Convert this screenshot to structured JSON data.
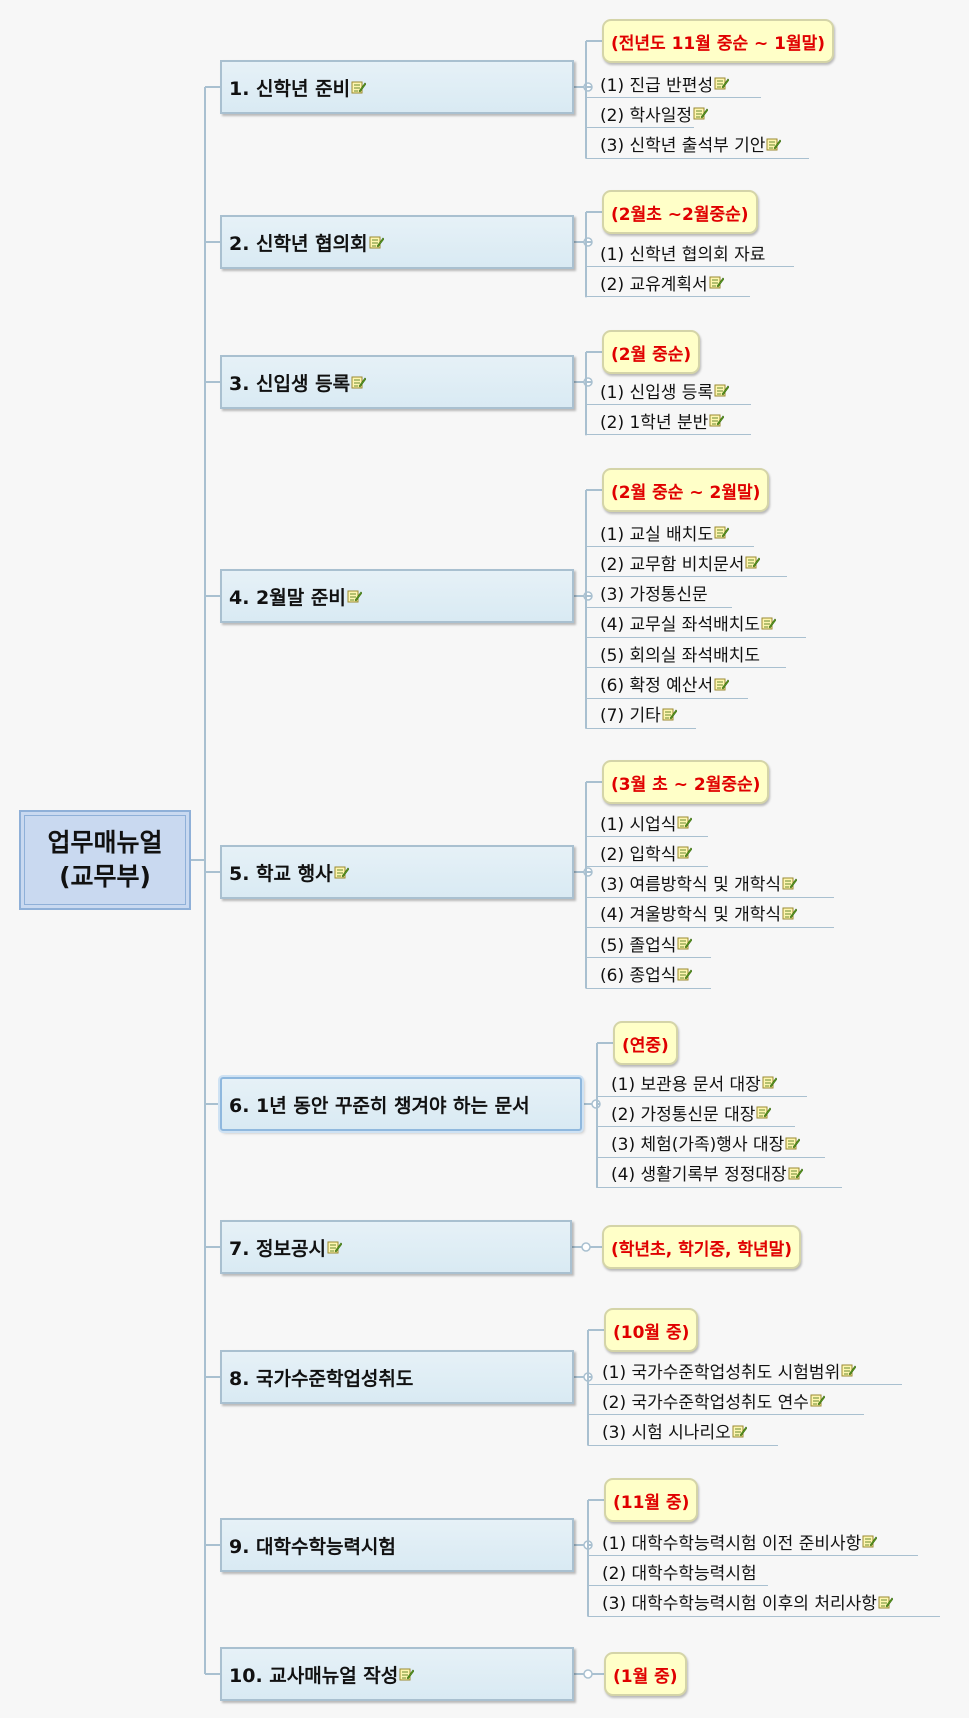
{
  "root": {
    "title": "업무매뉴얼\n(교무부)"
  },
  "sections": [
    {
      "title": "1. 신학년 준비",
      "note": true,
      "date": "(전년도 11월 중순 ~ 1월말)",
      "items": [
        {
          "text": "(1)  진급 반편성",
          "note": true
        },
        {
          "text": "(2)  학사일정",
          "note": true
        },
        {
          "text": "(3)  신학년 출석부 기안",
          "note": true
        }
      ]
    },
    {
      "title": "2. 신학년 협의회",
      "note": true,
      "date": "(2월초 ~2월중순)",
      "items": [
        {
          "text": "(1)  신학년 협의회 자료",
          "note": false
        },
        {
          "text": "(2)  교유계획서",
          "note": true
        }
      ]
    },
    {
      "title": "3. 신입생 등록",
      "note": true,
      "date": "(2월 중순)",
      "items": [
        {
          "text": "(1)  신입생 등록",
          "note": true
        },
        {
          "text": "(2)  1학년 분반",
          "note": true
        }
      ]
    },
    {
      "title": "4. 2월말 준비",
      "note": true,
      "date": "(2월 중순 ~ 2월말)",
      "items": [
        {
          "text": "(1) 교실 배치도",
          "note": true
        },
        {
          "text": "(2) 교무함 비치문서",
          "note": true
        },
        {
          "text": "(3) 가정통신문",
          "note": false
        },
        {
          "text": "(4) 교무실 좌석배치도",
          "note": true
        },
        {
          "text": "(5) 회의실 좌석배치도",
          "note": false
        },
        {
          "text": "(6) 확정 예산서",
          "note": true
        },
        {
          "text": "(7) 기타",
          "note": true
        }
      ]
    },
    {
      "title": "5. 학교 행사",
      "note": true,
      "date": "(3월 초 ~ 2월중순)",
      "items": [
        {
          "text": "(1) 시업식",
          "note": true
        },
        {
          "text": "(2) 입학식",
          "note": true
        },
        {
          "text": "(3) 여름방학식 및 개학식",
          "note": true
        },
        {
          "text": "(4) 겨울방학식 및 개학식",
          "note": true
        },
        {
          "text": "(5) 졸업식",
          "note": true
        },
        {
          "text": "(6) 종업식",
          "note": true
        }
      ]
    },
    {
      "title": "6. 1년 동안 꾸준히 챙겨야 하는 문서",
      "note": false,
      "date": "(연중)",
      "items": [
        {
          "text": "(1)  보관용 문서 대장",
          "note": true
        },
        {
          "text": "(2)  가정통신문 대장",
          "note": true
        },
        {
          "text": "(3)  체험(가족)행사 대장",
          "note": true
        },
        {
          "text": "(4)  생활기록부 정정대장",
          "note": true
        }
      ]
    },
    {
      "title": "7. 정보공시",
      "note": true,
      "date": "(학년초, 학기중, 학년말)",
      "items": []
    },
    {
      "title": "8. 국가수준학업성취도",
      "note": false,
      "date": "(10월 중)",
      "items": [
        {
          "text": "(1)  국가수준학업성취도 시험범위",
          "note": true
        },
        {
          "text": "(2)  국가수준학업성취도 연수",
          "note": true
        },
        {
          "text": "(3)  시험 시나리오",
          "note": true
        }
      ]
    },
    {
      "title": "9. 대학수학능력시험",
      "note": false,
      "date": "(11월 중)",
      "items": [
        {
          "text": "(1)  대학수학능력시험 이전 준비사항",
          "note": true
        },
        {
          "text": "(2)  대학수학능력시험",
          "note": false
        },
        {
          "text": "(3)  대학수학능력시험 이후의 처리사항",
          "note": true
        }
      ]
    },
    {
      "title": "10. 교사매뉴얼 작성",
      "note": true,
      "date": "(1월 중)",
      "items": []
    }
  ],
  "colors": {
    "connector": "#a9c0d0",
    "date_text": "#e00000",
    "date_bg": "#ffffc8",
    "root_bg": "#c9d9f0"
  }
}
